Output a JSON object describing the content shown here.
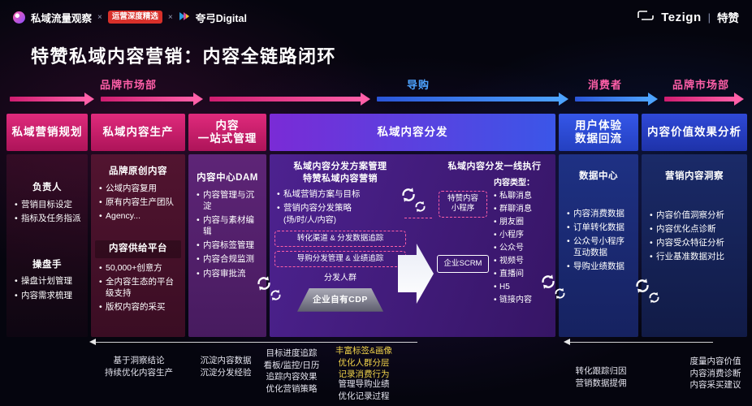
{
  "colors": {
    "pink": "#ff5fa8",
    "blue": "#4da3ff",
    "yellow": "#f0d24a"
  },
  "icons": {
    "sync_icon": "circular-refresh-arrows",
    "tezign_logo_icon": "tezign-logo",
    "observer_logo_icon": "private-traffic-observer-logo",
    "digital_logo_icon": "kuagong-digital-logo",
    "selection_badge_icon": "red-selection-badge"
  },
  "topbar": {
    "brand1": "私域流量观察",
    "sep1": "×",
    "brand2": "运营深度精选",
    "sep2": "×",
    "brand3": "夸弓Digital",
    "right_name": "Tezign",
    "right_divider": "|",
    "right_cn": "特赞"
  },
  "title": "特赞私域内容营销：内容全链路闭环",
  "flow": {
    "labels": [
      {
        "text": "品牌市场部"
      },
      {
        "text": "导购"
      },
      {
        "text": "消费者"
      },
      {
        "text": "品牌市场部"
      }
    ]
  },
  "columns": {
    "c1": {
      "header": "私域营销规划",
      "s1_heading": "负责人",
      "s1_items": [
        "营销目标设定",
        "指标及任务指派"
      ],
      "s2_heading": "操盘手",
      "s2_items": [
        "操盘计划管理",
        "内容需求梳理"
      ]
    },
    "c2": {
      "header": "私域内容生产",
      "s1_heading": "品牌原创内容",
      "s1_items": [
        "公域内容复用",
        "原有内容生产团队",
        "Agency..."
      ],
      "s2_heading": "内容供给平台",
      "s2_items": [
        "50,000+创意方",
        "全内容生态的平台级支持",
        "版权内容的采买"
      ]
    },
    "c3": {
      "header_line1": "内容",
      "header_line2": "一站式管理",
      "s1_heading": "内容中心DAM",
      "s1_items": [
        "内容管理与沉淀",
        "内容与素材编辑",
        "内容标签管理",
        "内容合规监测",
        "内容审批流"
      ]
    },
    "c4": {
      "header": "私域内容分发",
      "left": {
        "heading_line1": "私域内容分发方案管理",
        "heading_line2": "特赞私域内容营销",
        "items": [
          "私域营销方案与目标",
          "营销内容分发策略"
        ],
        "paren": "(场/时/人/内容)",
        "dashed_box1": "转化渠道 & 分发数据追踪",
        "dashed_box2": "导购分发管理 & 业绩追踪",
        "audience_label": "分发人群",
        "cdp_label": "企业自有CDP"
      },
      "right": {
        "heading": "私域内容分发一线执行",
        "box1_line1": "特赞内容",
        "box1_line2": "小程序",
        "box2": "企业SCRM",
        "list_heading": "内容类型：",
        "list_items": [
          "私聊消息",
          "群聊消息",
          "朋友圈",
          "小程序",
          "公众号",
          "视频号",
          "直播间",
          "H5",
          "链接内容"
        ]
      }
    },
    "c5": {
      "header_line1": "用户体验",
      "header_line2": "数据回流",
      "s1_heading": "数据中心",
      "s1_items": [
        "内容消费数据",
        "订单转化数据",
        "公众号小程序互动数据",
        "导购业绩数据"
      ]
    },
    "c6": {
      "header": "内容价值效果分析",
      "s1_heading": "营销内容洞察",
      "s1_items": [
        "内容价值洞察分析",
        "内容优化点诊断",
        "内容受众特征分析",
        "行业基准数据对比"
      ]
    }
  },
  "bottom_notes": {
    "g1": [
      "基于洞察结论",
      "持续优化内容生产"
    ],
    "g2": [
      "沉淀内容数据",
      "沉淀分发经验"
    ],
    "g3": [
      "目标进度追踪",
      "看板/监控/日历",
      "追踪内容效果",
      "优化营销策略"
    ],
    "g4": [
      "丰富标签&画像",
      "优化人群分层",
      "记录消费行为"
    ],
    "g5": [
      "管理导购业绩",
      "优化记录过程"
    ],
    "g6": [
      "转化跟踪归因",
      "营销数据提佣"
    ],
    "g7": [
      "度量内容价值",
      "内容消费诊断",
      "内容采买建议"
    ]
  }
}
